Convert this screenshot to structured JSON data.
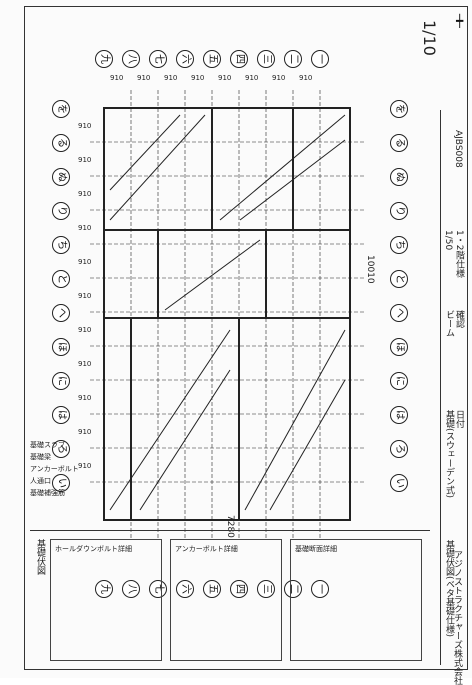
{
  "sheet": {
    "page_number": "1/10",
    "title_block": {
      "project_name": "アジノストラクチャーズ株式会社",
      "drawing_title": "基礎伏図(ベタ基礎仕様)",
      "drawing_type": "ビーム",
      "floor": "1・2階仕様",
      "scale": "1/50",
      "material": "基礎(スウェーデン式)",
      "company": "AJBS008",
      "checker": "確認",
      "date_label": "日付"
    },
    "legend": [
      "基礎スラブ",
      "基礎梁",
      "アンカーボルト",
      "人通口",
      "基礎補強筋"
    ],
    "notes_title": "基礎伏図",
    "detail_titles": [
      "ホールダウンボルト詳細",
      "アンカーボルト詳細",
      "基礎断面詳細"
    ],
    "dims": {
      "top_total": "7280",
      "right_total": "10010",
      "top_spans": [
        "910",
        "910",
        "910",
        "910",
        "910",
        "910",
        "910",
        "910"
      ],
      "left_spans": [
        "910",
        "910",
        "910",
        "910",
        "910",
        "910",
        "910",
        "910",
        "910",
        "910",
        "910"
      ]
    },
    "grid_columns": [
      "九",
      "八",
      "七",
      "六",
      "五",
      "四",
      "三",
      "二",
      "一"
    ],
    "grid_rows": [
      "を",
      "る",
      "ぬ",
      "り",
      "ち",
      "と",
      "へ",
      "ほ",
      "に",
      "は",
      "ろ",
      "い"
    ]
  },
  "colors": {
    "line": "#222222",
    "hatch": "#888888"
  },
  "icons": [
    "north-arrow-icon"
  ]
}
